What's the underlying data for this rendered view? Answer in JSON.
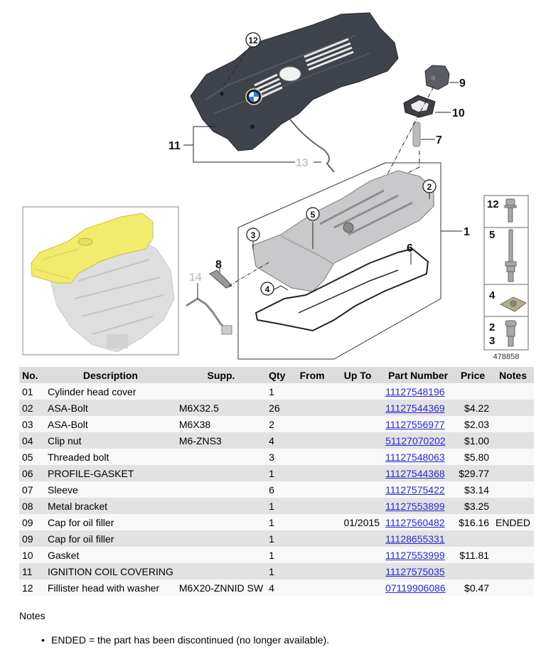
{
  "diagram": {
    "image_id": "478858",
    "callouts": [
      "1",
      "2",
      "3",
      "4",
      "5",
      "6",
      "7",
      "8",
      "9",
      "10",
      "11",
      "12",
      "13",
      "14"
    ],
    "legend_boxes": [
      {
        "label": "12"
      },
      {
        "label": "5"
      },
      {
        "label": "4"
      },
      {
        "label": "2\n3",
        "line1": "2",
        "line2": "3"
      }
    ],
    "colors": {
      "cover": "#3e4149",
      "highlight": "#f2ee6a",
      "engine": "#d9d9d9",
      "ghost_label": "#c8c8c8",
      "frame": "#333333"
    }
  },
  "table": {
    "headers": [
      "No.",
      "Description",
      "Supp.",
      "Qty",
      "From",
      "Up To",
      "Part Number",
      "Price",
      "Notes"
    ],
    "rows": [
      {
        "no": "01",
        "description": "Cylinder head cover",
        "supp": "",
        "qty": "1",
        "from": "",
        "upto": "",
        "part_number": "11127548196",
        "price": "",
        "notes": ""
      },
      {
        "no": "02",
        "description": "ASA-Bolt",
        "supp": "M6X32.5",
        "qty": "26",
        "from": "",
        "upto": "",
        "part_number": "11127544369",
        "price": "$4.22",
        "notes": ""
      },
      {
        "no": "03",
        "description": "ASA-Bolt",
        "supp": "M6X38",
        "qty": "2",
        "from": "",
        "upto": "",
        "part_number": "11127556977",
        "price": "$2.03",
        "notes": ""
      },
      {
        "no": "04",
        "description": "Clip nut",
        "supp": "M6-ZNS3",
        "qty": "4",
        "from": "",
        "upto": "",
        "part_number": "51127070202",
        "price": "$1.00",
        "notes": ""
      },
      {
        "no": "05",
        "description": "Threaded bolt",
        "supp": "",
        "qty": "3",
        "from": "",
        "upto": "",
        "part_number": "11127548063",
        "price": "$5.80",
        "notes": ""
      },
      {
        "no": "06",
        "description": "PROFILE-GASKET",
        "supp": "",
        "qty": "1",
        "from": "",
        "upto": "",
        "part_number": "11127544368",
        "price": "$29.77",
        "notes": ""
      },
      {
        "no": "07",
        "description": "Sleeve",
        "supp": "",
        "qty": "6",
        "from": "",
        "upto": "",
        "part_number": "11127575422",
        "price": "$3.14",
        "notes": ""
      },
      {
        "no": "08",
        "description": "Metal bracket",
        "supp": "",
        "qty": "1",
        "from": "",
        "upto": "",
        "part_number": "11127553899",
        "price": "$3.25",
        "notes": ""
      },
      {
        "no": "09",
        "description": "Cap for oil filler",
        "supp": "",
        "qty": "1",
        "from": "",
        "upto": "01/2015",
        "part_number": "11127560482",
        "price": "$16.16",
        "notes": "ENDED"
      },
      {
        "no": "09",
        "description": "Cap for oil filler",
        "supp": "",
        "qty": "1",
        "from": "",
        "upto": "",
        "part_number": "11128655331",
        "price": "",
        "notes": ""
      },
      {
        "no": "10",
        "description": "Gasket",
        "supp": "",
        "qty": "1",
        "from": "",
        "upto": "",
        "part_number": "11127553999",
        "price": "$11.81",
        "notes": ""
      },
      {
        "no": "11",
        "description": "IGNITION COIL COVERING",
        "supp": "",
        "qty": "1",
        "from": "",
        "upto": "",
        "part_number": "11127575035",
        "price": "",
        "notes": ""
      },
      {
        "no": "12",
        "description": "Fillister head with washer",
        "supp": "M6X20-ZNNID SW",
        "qty": "4",
        "from": "",
        "upto": "",
        "part_number": "07119906086",
        "price": "$0.47",
        "notes": ""
      }
    ]
  },
  "notes": {
    "title": "Notes",
    "items": [
      "ENDED = the part has been discontinued (no longer available)."
    ]
  }
}
